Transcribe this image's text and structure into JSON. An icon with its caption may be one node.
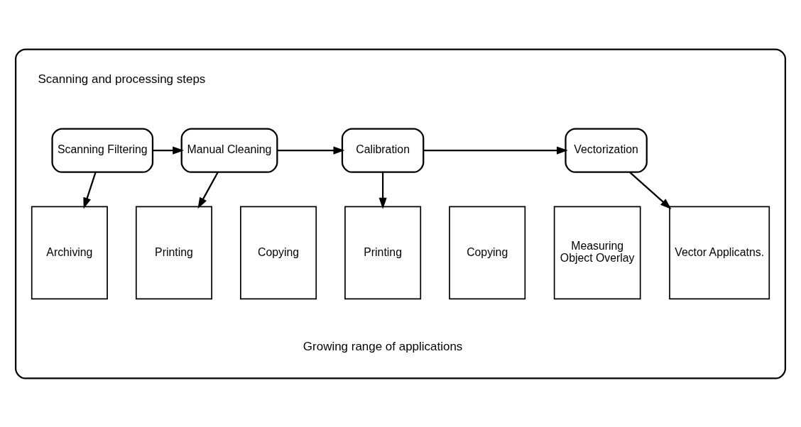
{
  "diagram": {
    "nodes": [
      {
        "text": [],
        "shape": "box"
      },
      {
        "text": [
          "Scanning Filtering"
        ],
        "in": 0
      },
      {
        "text": [
          "Manual Cleaning"
        ],
        "in": 0
      },
      {
        "text": [
          "Calibration"
        ],
        "in": 0
      },
      {
        "text": [
          "Vectorization"
        ],
        "in": 0
      },
      {
        "text": [
          "Archiving"
        ],
        "in": 0
      },
      {
        "text": [
          "Printing"
        ],
        "in": 0
      },
      {
        "text": [
          "Copying"
        ],
        "in": 0
      },
      {
        "text": [
          "Printing"
        ],
        "in": 0
      },
      {
        "text": [
          "Copying"
        ],
        "in": 0
      },
      {
        "text": [
          "Measuring",
          "Object Overlay"
        ],
        "in": 0
      },
      {
        "text": [
          "Vector Applicatns."
        ],
        "in": 0
      }
    ],
    "edges": [
      {
        "from": 1,
        "to": 2,
        "arrow": "to"
      },
      {
        "from": 2,
        "to": 3,
        "arrow": "to"
      },
      {
        "from": 3,
        "to": 4,
        "arrow": "to"
      },
      {
        "from": 1,
        "to": 5,
        "arrow": "to"
      },
      {
        "from": 2,
        "to": 6,
        "arrow": "to"
      },
      {
        "from": 3,
        "to": 8,
        "arrow": "to"
      },
      {
        "from": 4,
        "to": 11,
        "arrow": "to"
      }
    ],
    "labels": [
      "Scanning and processing steps",
      "Growing range of applications"
    ]
  }
}
